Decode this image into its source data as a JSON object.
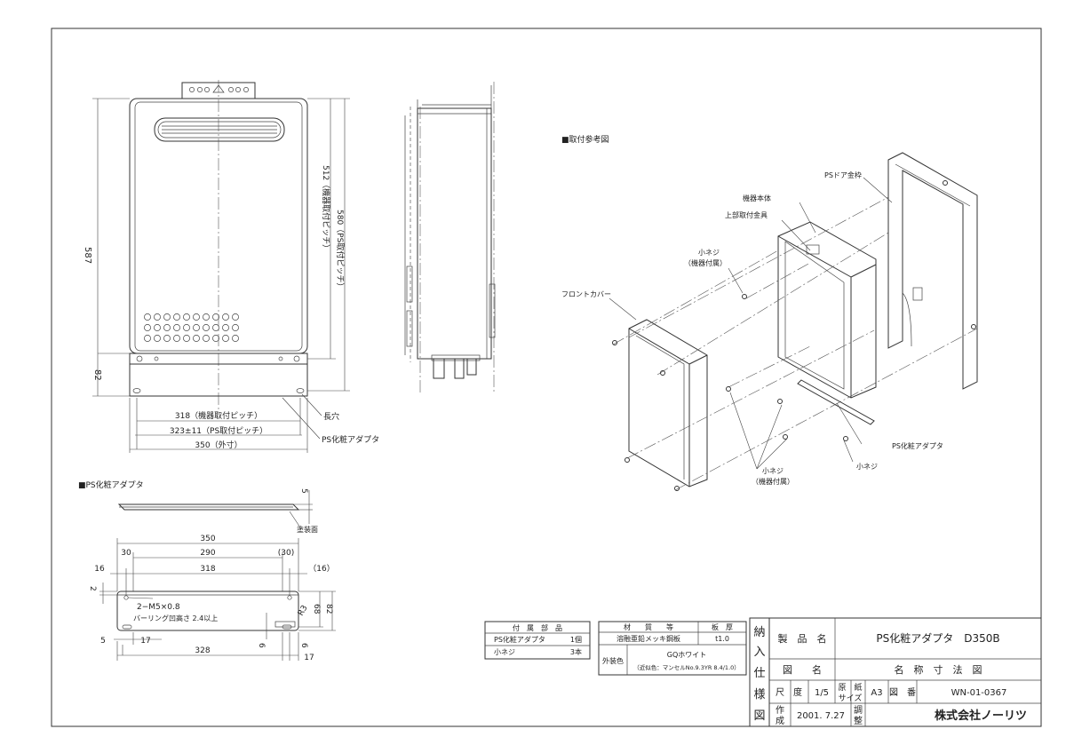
{
  "front_view": {
    "dim_height_total": "587",
    "dim_pitch_unit": "512（機器取付ピッチ）",
    "dim_pitch_ps": "580（PS取付ピッチ）",
    "dim_bottom": "82",
    "dim_width_pitch_unit": "318（機器取付ピッチ）",
    "dim_width_pitch_ps": "323±11（PS取付ピッチ）",
    "dim_width_outer": "350（外寸）",
    "label_slot": "長穴",
    "label_adapter": "PS化粧アダプタ"
  },
  "install_ref": {
    "heading": "■取付参考図",
    "label_ps_door_frame": "PSドア金枠",
    "label_unit_body": "機器本体",
    "label_top_bracket": "上部取付金具",
    "label_small_screw_1": "小ネジ",
    "label_small_screw_1_note": "（機器付属）",
    "label_front_cover": "フロントカバー",
    "label_ps_adapter": "PS化粧アダプタ",
    "label_small_screw_2": "小ネジ",
    "label_small_screw_3": "小ネジ",
    "label_small_screw_3_note": "（機器付属）"
  },
  "adapter_detail": {
    "heading": "■PS化粧アダプタ",
    "dim_thickness": "5",
    "label_painted_face": "塗装面",
    "dim_350": "350",
    "dim_30_left": "30",
    "dim_290": "290",
    "dim_30_right": "(30)",
    "dim_16_left": "16",
    "dim_318": "318",
    "dim_16_right": "（16）",
    "dim_2": "2",
    "note_thread": "2−M5×0.8",
    "note_burring": "バーリング凹高さ 2.4以上",
    "dim_r3": "R3",
    "dim_68": "68",
    "dim_82": "82",
    "dim_5": "5",
    "dim_17_left": "17",
    "dim_6_mid": "6",
    "dim_6_right": "6",
    "dim_328": "328",
    "dim_17_right": "17"
  },
  "parts_table": {
    "header": "付　属　部　品",
    "rows": [
      {
        "name": "PS化粧アダプタ",
        "qty": "1個"
      },
      {
        "name": "小ネジ",
        "qty": "3本"
      }
    ]
  },
  "material_table": {
    "header_material": "材　　質　　等",
    "header_thickness": "板　厚",
    "material": "溶融亜鉛メッキ鋼板",
    "thickness": "t1.0",
    "finish_label": "外装色",
    "finish_value": "GQホワイト",
    "finish_note": "（近似色：マンセルNo.9.3YR 8.4/1.0）"
  },
  "title_block": {
    "side_chars": [
      "納",
      "入",
      "仕",
      "様",
      "図"
    ],
    "product_name_label": "製　品　名",
    "product_name": "PS化粧アダプタ　D350B",
    "drawing_name_label": "図　　名",
    "drawing_name": "名　称　寸　法　図",
    "scale_label": "尺　度",
    "scale": "1/5",
    "paper_label_1": "原　紙",
    "paper_label_2": "サイズ",
    "paper_size": "A3",
    "drawing_no_label": "図　番",
    "drawing_no": "WN-01-0367",
    "created_label_1": "作",
    "created_label_2": "成",
    "created_date": "2001. 7.27",
    "adjust_label_1": "調",
    "adjust_label_2": "整",
    "company": "株式会社ノーリツ"
  }
}
